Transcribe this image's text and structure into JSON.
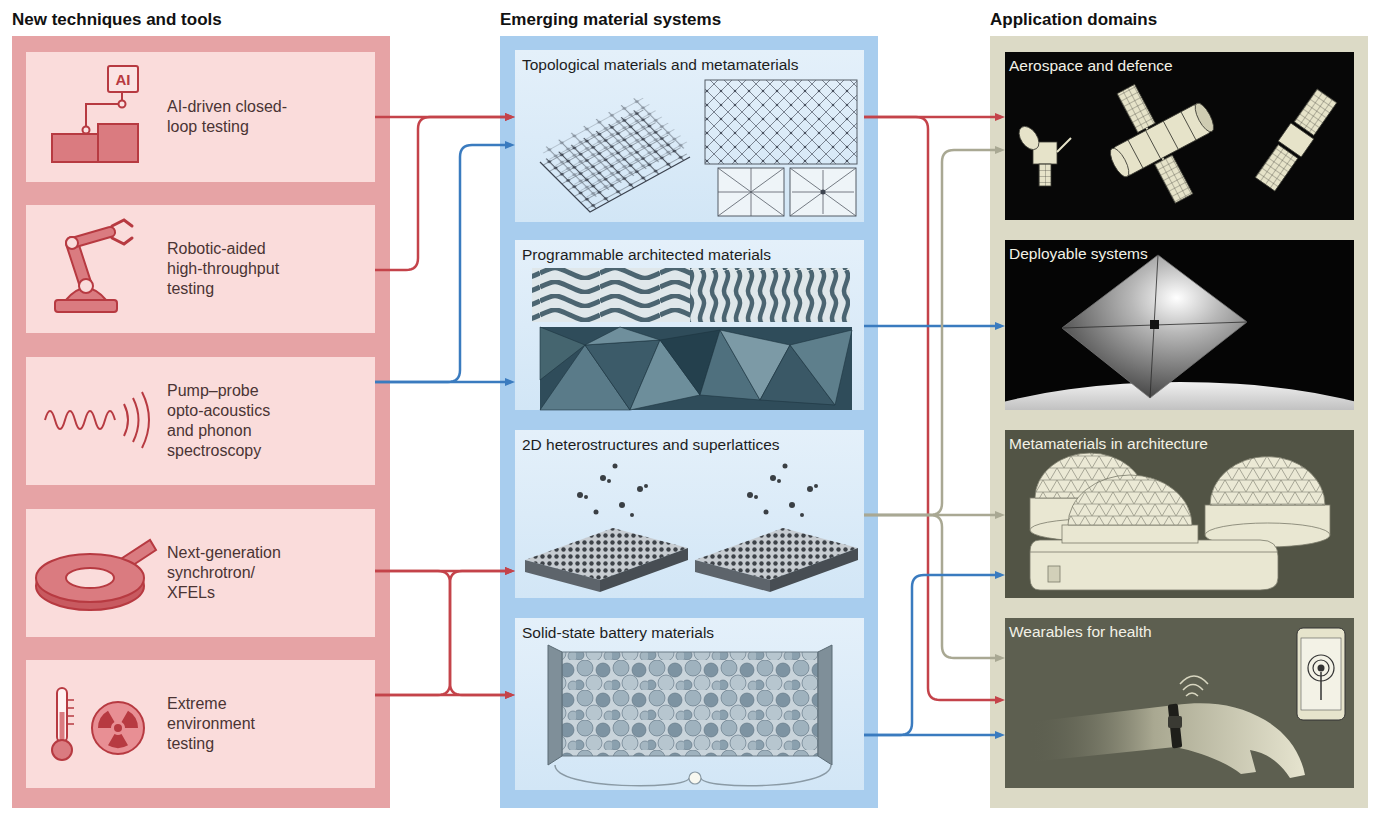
{
  "diagram": {
    "nodes": [
      {
        "text": [
          "New techniques and tools"
        ]
      },
      {
        "text": [
          "AI-driven closed-loop testing"
        ],
        "in": 0
      },
      {
        "text": [
          "Robotic-aided high-throughput testing"
        ],
        "in": 0
      },
      {
        "text": [
          "Pump–probe opto-acoustics and phonon spectroscopy"
        ],
        "in": 0
      },
      {
        "text": [
          "Next-generation synchrotron/ XFELs"
        ],
        "in": 0
      },
      {
        "text": [
          "Extreme environment testing"
        ],
        "in": 0
      },
      {
        "text": [
          "Emerging material systems"
        ]
      },
      {
        "text": [
          "Topological materials and metamaterials"
        ],
        "in": 6
      },
      {
        "text": [
          "Programmable architected materials"
        ],
        "in": 6
      },
      {
        "text": [
          "2D heterostructures and superlattices"
        ],
        "in": 6
      },
      {
        "text": [
          "Solid-state battery materials"
        ],
        "in": 6
      },
      {
        "text": [
          "Application domains"
        ]
      },
      {
        "text": [
          "Aerospace and defence"
        ],
        "in": 11
      },
      {
        "text": [
          "Deployable systems"
        ],
        "in": 11
      },
      {
        "text": [
          "Metamaterials in architecture"
        ],
        "in": 11
      },
      {
        "text": [
          "Wearables for health"
        ],
        "in": 11
      }
    ],
    "edges": [
      {
        "from": 1,
        "to": 7,
        "arrow": "to"
      },
      {
        "from": 2,
        "to": 7,
        "arrow": "to"
      },
      {
        "from": 3,
        "to": 7,
        "arrow": "to"
      },
      {
        "from": 3,
        "to": 8,
        "arrow": "to"
      },
      {
        "from": 4,
        "to": 9,
        "arrow": "to"
      },
      {
        "from": 4,
        "to": 10,
        "arrow": "to"
      },
      {
        "from": 5,
        "to": 9,
        "arrow": "to"
      },
      {
        "from": 5,
        "to": 10,
        "arrow": "to"
      },
      {
        "from": 7,
        "to": 12,
        "arrow": "to"
      },
      {
        "from": 7,
        "to": 15,
        "arrow": "to"
      },
      {
        "from": 8,
        "to": 13,
        "arrow": "to"
      },
      {
        "from": 9,
        "to": 12,
        "arrow": "to"
      },
      {
        "from": 9,
        "to": 14,
        "arrow": "to"
      },
      {
        "from": 9,
        "to": 15,
        "arrow": "to"
      },
      {
        "from": 10,
        "to": 14,
        "arrow": "to"
      },
      {
        "from": 10,
        "to": 15,
        "arrow": "to"
      }
    ],
    "labels": [
      "AI"
    ]
  }
}
